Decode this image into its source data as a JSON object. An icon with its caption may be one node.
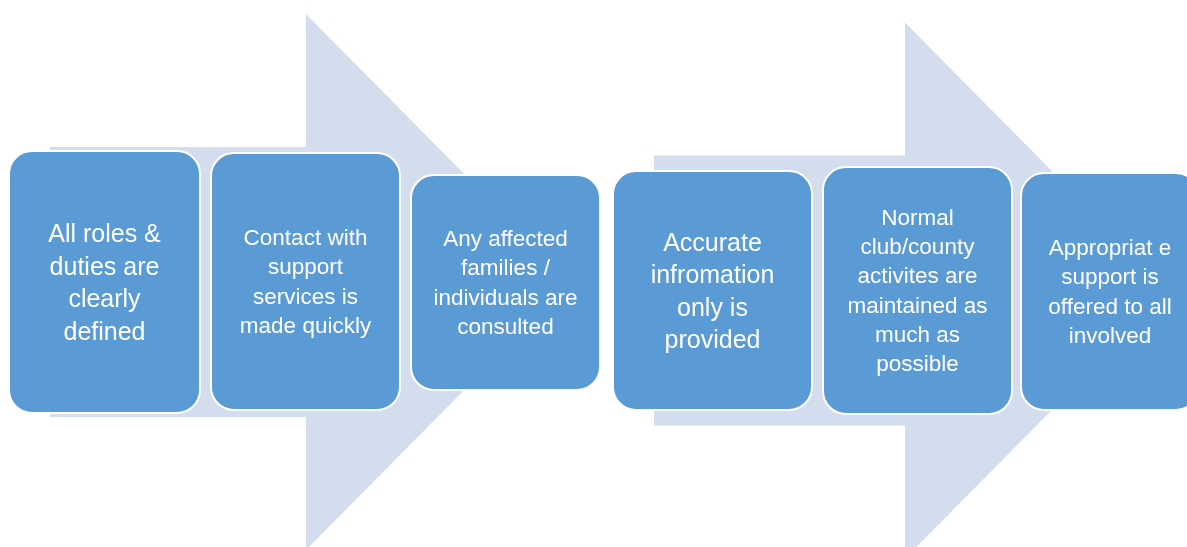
{
  "diagram": {
    "nodes": [
      {
        "text": [
          "All roles & duties are clearly defined"
        ]
      },
      {
        "text": [
          "Contact with support services is made quickly"
        ]
      },
      {
        "text": [
          "Any affected families / individuals are consulted"
        ]
      },
      {
        "text": [
          "Accurate infromation only is provided"
        ]
      },
      {
        "text": [
          "Normal club/county activites are maintained as much as possible"
        ]
      },
      {
        "text": [
          "Appropriat e support is offered to all involved"
        ]
      }
    ],
    "edges": [
      {
        "from": 0,
        "to": 2,
        "arrow": "to",
        "style": "thick"
      },
      {
        "from": 3,
        "to": 5,
        "arrow": "to",
        "style": "thick"
      }
    ]
  }
}
